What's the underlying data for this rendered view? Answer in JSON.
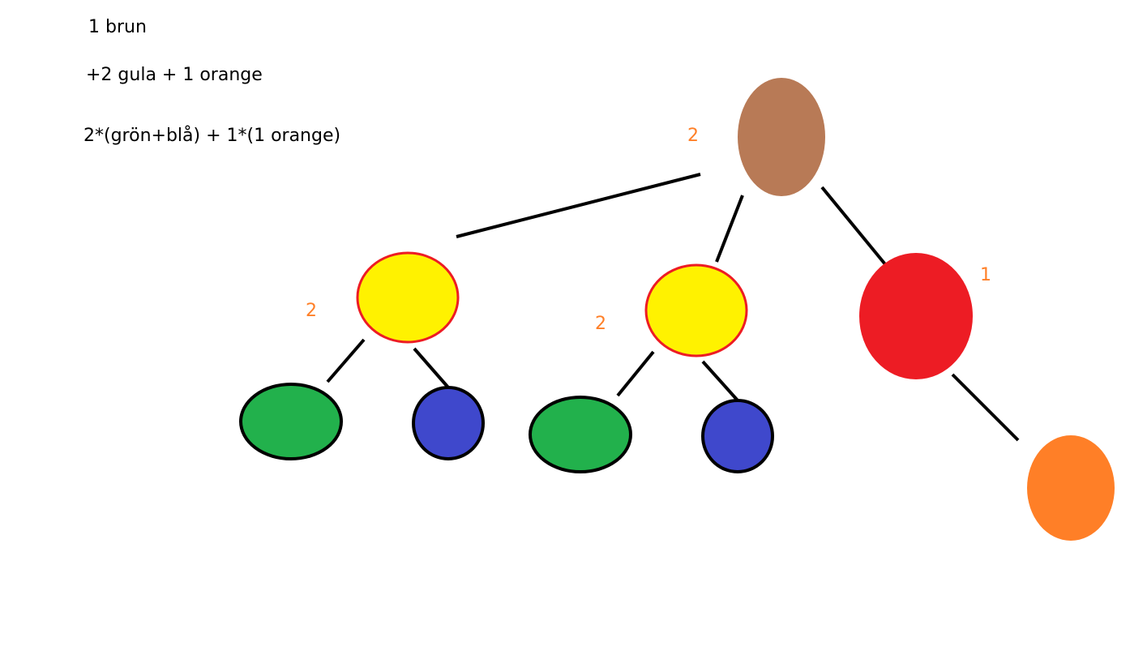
{
  "notes": [
    "1 brun",
    "+2 gula + 1 orange",
    "2*(grön+blå) + 1*(1 orange)"
  ],
  "counts": {
    "brown": "2",
    "yellow_left": "2",
    "yellow_right": "2",
    "red": "1"
  },
  "colors": {
    "brown": "#b87a56",
    "yellow": "#fff200",
    "yellow_stroke": "#ed1c24",
    "red": "#ed1c24",
    "green": "#22b14c",
    "blue": "#3f48cc",
    "orange": "#ff7f27",
    "count_text": "#ff7f27",
    "edge": "#000000"
  },
  "tree": {
    "root": "brown",
    "children": {
      "brown": [
        "yellow-left",
        "yellow-right",
        "red"
      ],
      "yellow-left": [
        "green-left",
        "blue-left"
      ],
      "yellow-right": [
        "green-right",
        "blue-right"
      ],
      "red": [
        "orange"
      ]
    }
  }
}
